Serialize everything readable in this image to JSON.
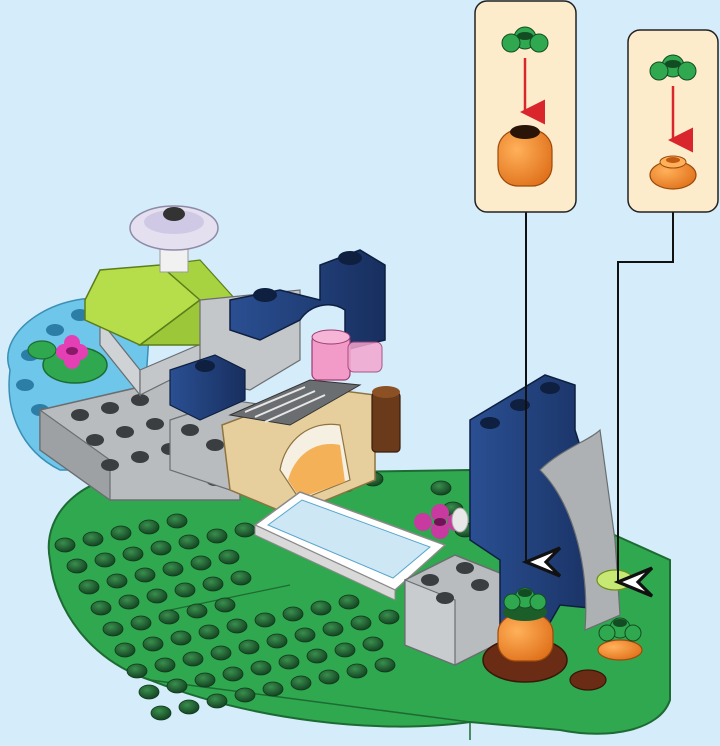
{
  "page": {
    "background": "#d5ecfb",
    "description_free": true
  },
  "callouts": [
    {
      "from_part": "green-flower-plate",
      "to_part": "orange-round-brick",
      "arrow_color": "#d9262c",
      "panel_color": "#fdeccb"
    },
    {
      "from_part": "green-flower-plate",
      "to_part": "orange-round-plate",
      "arrow_color": "#d9262c",
      "panel_color": "#fdeccb"
    }
  ],
  "colors": {
    "baseplate_green": "#2fa84f",
    "stud_dark": "#1d5a2e",
    "water_blue": "#6ec6ea",
    "gray_brick": "#b9bcbf",
    "navy_brick": "#1f3f7a",
    "tan_brick": "#e6cf9c",
    "lime_roof": "#b5de4a",
    "orange_part": "#f08a24",
    "pink_flower": "#e43fb5"
  }
}
